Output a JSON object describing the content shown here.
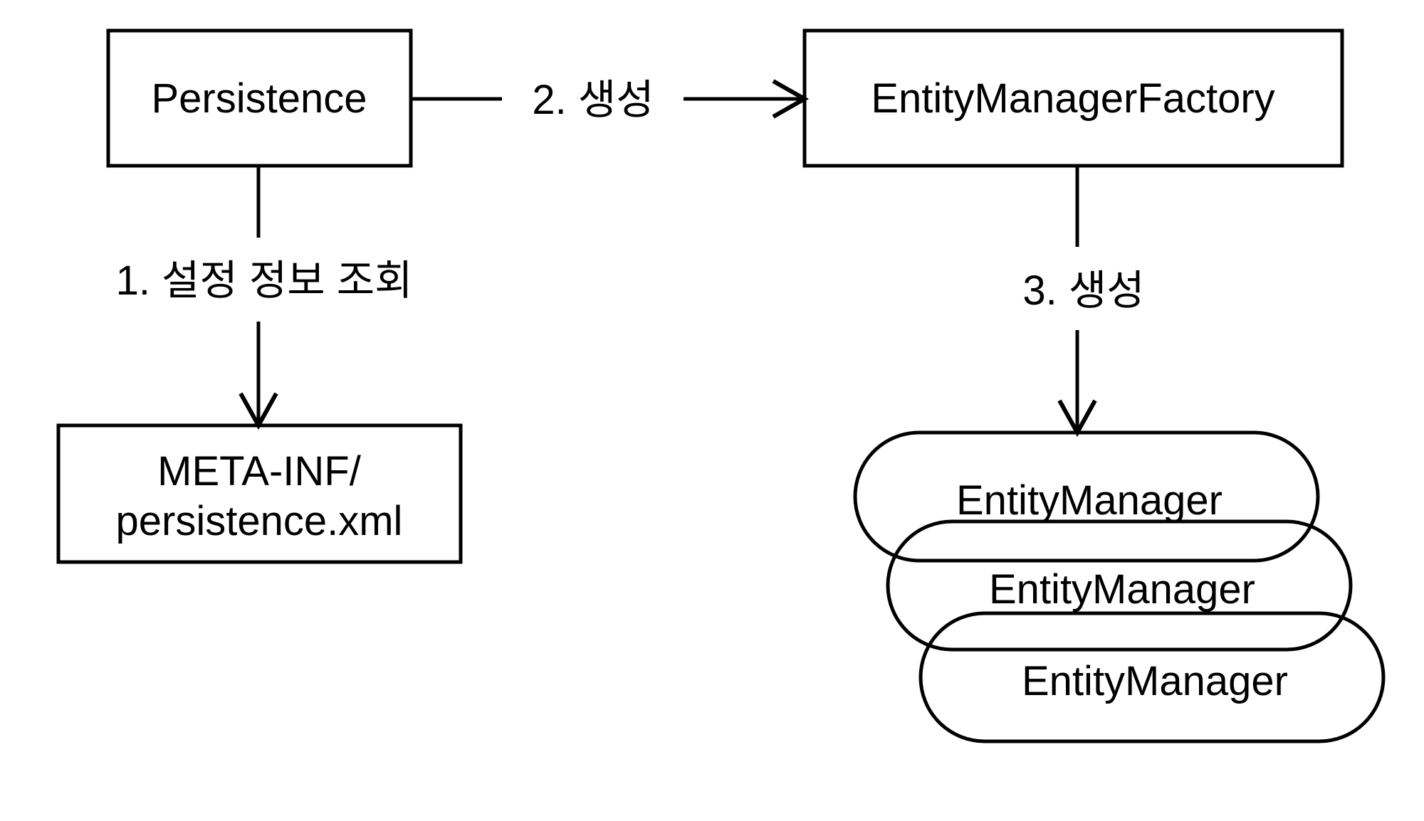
{
  "diagram": {
    "title": "JPA Persistence bootstrap flow",
    "background_color": "#ffffff",
    "stroke_color": "#000000",
    "nodes": {
      "persistence": {
        "label": "Persistence",
        "shape": "rectangle"
      },
      "entity_manager_factory": {
        "label": "EntityManagerFactory",
        "shape": "rectangle"
      },
      "meta_inf": {
        "label_line1": "META-INF/",
        "label_line2": "persistence.xml",
        "shape": "rectangle"
      },
      "entity_manager_1": {
        "label": "EntityManager",
        "shape": "stadium"
      },
      "entity_manager_2": {
        "label": "EntityManager",
        "shape": "stadium"
      },
      "entity_manager_3": {
        "label": "EntityManager",
        "shape": "stadium"
      }
    },
    "edges": [
      {
        "id": "edge-1",
        "label": "1. 설정 정보 조회",
        "from": "persistence",
        "to": "meta_inf",
        "direction": "down",
        "arrowhead": "open"
      },
      {
        "id": "edge-2",
        "label": "2. 생성",
        "from": "persistence",
        "to": "entity_manager_factory",
        "direction": "right",
        "arrowhead": "open"
      },
      {
        "id": "edge-3",
        "label": "3. 생성",
        "from": "entity_manager_factory",
        "to": "entity_manager_1",
        "direction": "down",
        "arrowhead": "open"
      }
    ]
  }
}
